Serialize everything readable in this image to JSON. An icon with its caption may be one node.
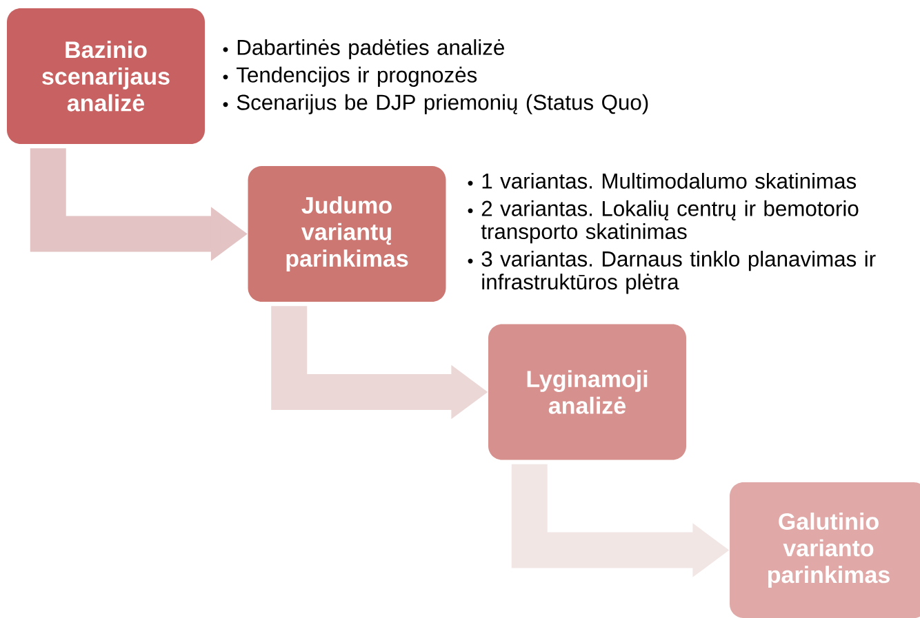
{
  "diagram": {
    "nodes": [
      {
        "text": [
          "Bazinio scenarijaus analizė"
        ],
        "beside": [
          "Dabartinės padėties analizė",
          "Tendencijos ir prognozės",
          "Scenarijus be DJP priemonių (Status Quo)"
        ]
      },
      {
        "text": [
          "Judumo variantų parinkimas"
        ],
        "beside": [
          "1 variantas. Multimodalumo skatinimas",
          "2 variantas. Lokalių centrų ir bemotorio transporto skatinimas",
          "3 variantas. Darnaus tinklo planavimas ir infrastruktūros plėtra"
        ]
      },
      {
        "text": [
          "Lyginamoji analizė"
        ]
      },
      {
        "text": [
          "Galutinio varianto parinkimas"
        ]
      }
    ],
    "edges": [
      {
        "from": 0,
        "to": 1,
        "arrow": "to",
        "color": "#e3c3c4"
      },
      {
        "from": 1,
        "to": 2,
        "arrow": "to",
        "color": "#ebd7d6"
      },
      {
        "from": 2,
        "to": 3,
        "arrow": "to",
        "color": "#f2e6e5"
      }
    ]
  }
}
